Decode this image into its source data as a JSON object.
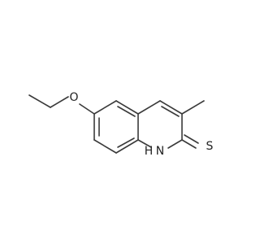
{
  "molecule": {
    "atoms": {
      "oxygen": "O",
      "nitrogen_h": "H",
      "nitrogen": "N",
      "sulfur": "S"
    },
    "colors": {
      "bond": "#3a3a3a",
      "oxygen": "#ff0000",
      "sulfur": "#c8a000",
      "nitrogen": "#1010ff",
      "text": "#222222"
    }
  }
}
